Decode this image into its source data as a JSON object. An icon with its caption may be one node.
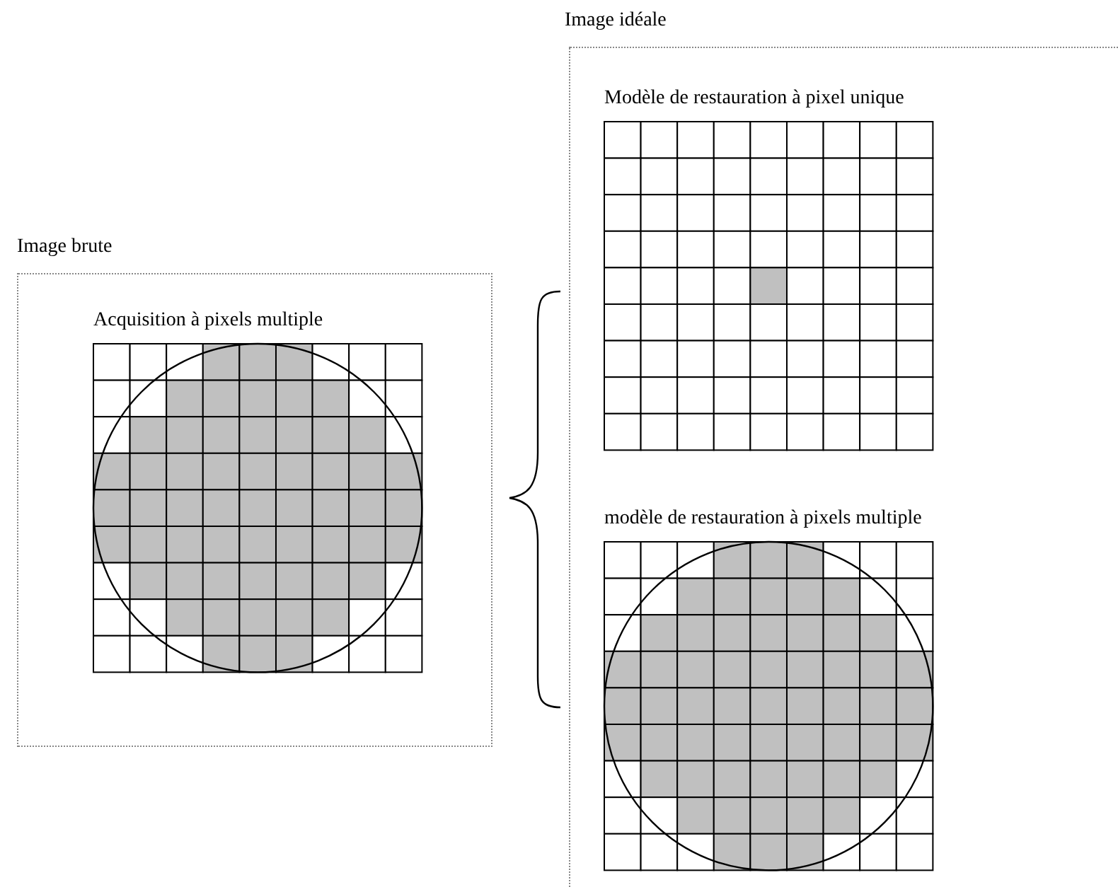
{
  "diagram": {
    "nodes": [
      {
        "text": [
          "Image brute"
        ]
      },
      {
        "text": [
          "Acquisition à pixels multiple"
        ],
        "in": 0
      },
      {
        "text": [
          "Image idéale"
        ]
      },
      {
        "text": [
          "Modèle de restauration à pixel unique"
        ],
        "in": 2
      },
      {
        "text": [
          "modèle de restauration à pixels multiple"
        ],
        "in": 2
      }
    ]
  }
}
